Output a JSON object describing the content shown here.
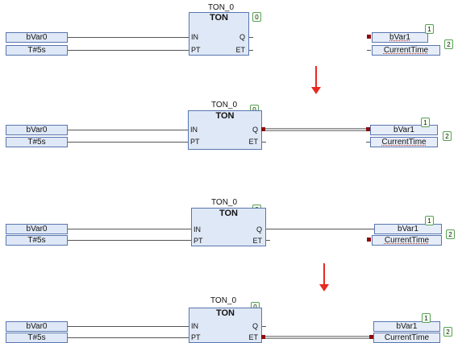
{
  "block": {
    "instance": "TON_0",
    "type": "TON",
    "badge": "0",
    "pins": {
      "in": "IN",
      "pt": "PT",
      "q": "Q",
      "et": "ET"
    }
  },
  "inputs": {
    "in_var": "bVar0",
    "pt_value": "T#5s"
  },
  "outputs": {
    "q_var": "bVar1",
    "q_badge": "1",
    "et_var": "CurrentTime",
    "et_badge": "2"
  },
  "colors": {
    "arrow": "#e8291f",
    "selection": "#8b0d10",
    "box_fill": "#dfe8f6",
    "box_border": "#5876b0"
  }
}
